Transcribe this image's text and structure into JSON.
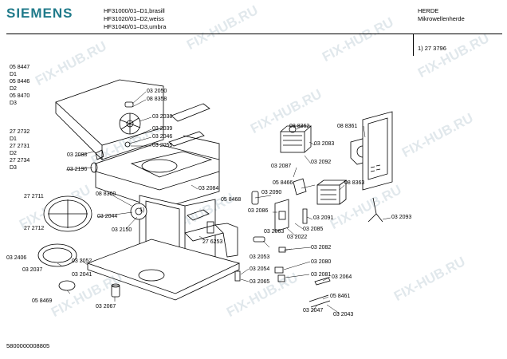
{
  "brand": "SIEMENS",
  "models": [
    "HF31000/01–D1,brasill",
    "HF31020/01–D2,weiss",
    "HF31040/01–D3,umbra"
  ],
  "category": [
    "HERDE",
    "Mikrowellenherde"
  ],
  "page_ref": "1)  27 3796",
  "doc_number": "5800000008805",
  "watermark": "FIX-HUB.RU",
  "parts": {
    "p058447": "05 8447",
    "d1a": "D1",
    "p058446": "05 8446",
    "d2a": "D2",
    "p058470": "05 8470",
    "d3a": "D3",
    "p272732": "27 2732",
    "d1b": "D1",
    "p272731": "27 2731",
    "d2b": "D2",
    "p272734": "27 2734",
    "d3b": "D3",
    "p032050": "03 2050",
    "p088358": "08 8358",
    "p032038": "03 2038",
    "p032039": "03 2039",
    "p032046": "03 2046",
    "p032055": "03 2055",
    "p032088": "03 2088",
    "p032196": "03 2196",
    "p272711": "27 2711",
    "p088360": "08 8360",
    "p1": "1)",
    "p032044": "03 2044",
    "p032150": "03 2150",
    "p272712": "27 2712",
    "p032406": "03 2406",
    "p032052": "03 2052",
    "p032037": "03 2037",
    "p032041": "03 2041",
    "p058469": "05 8469",
    "p032067": "03 2067",
    "p032084": "03 2084",
    "p276253": "27 6253",
    "p088362": "08 8362",
    "p088361": "08 8361",
    "p032083": "03 2083",
    "p032087": "03 2087",
    "p032092": "03 2092",
    "p058466": "05 8466",
    "p058468": "05 8468",
    "p032090": "03 2090",
    "p088363": "08 8363",
    "p032086": "03 2086",
    "p032091": "03 2091",
    "p032093": "03 2093",
    "p032063": "03 2063",
    "p032085": "03 2085",
    "p032022": "03 2022",
    "p032053": "03 2053",
    "p032082": "03 2082",
    "p032054": "03 2054",
    "p032080": "03 2080",
    "p032081": "03 2081",
    "p032065": "03 2065",
    "p032064": "03 2064",
    "p058461": "05 8461",
    "p032047": "03 2047",
    "p032043": "03 2043"
  }
}
